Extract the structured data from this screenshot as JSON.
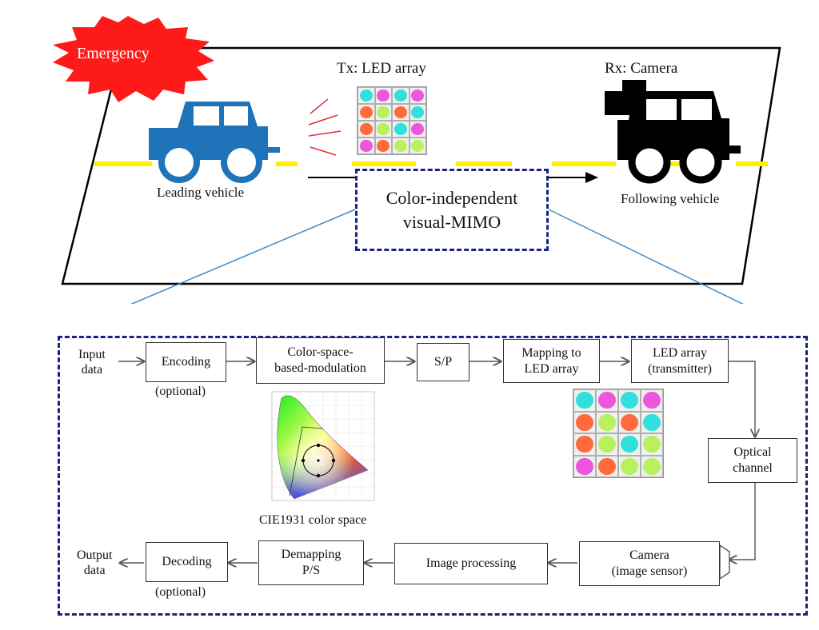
{
  "scene": {
    "emergency_label": "Emergency",
    "tx_label": "Tx: LED array",
    "rx_label": "Rx: Camera",
    "leading_label": "Leading vehicle",
    "following_label": "Following vehicle",
    "vmimo_line1": "Color-independent",
    "vmimo_line2": "visual-MIMO",
    "colors": {
      "leading_car": "#1f73b8",
      "following_car": "#000000",
      "lane": "#ffee00",
      "burst": "#ff1a1a",
      "dash_border": "#1a237e"
    },
    "led_grid": [
      [
        "cyan",
        "pink",
        "cyan",
        "pink"
      ],
      [
        "orange",
        "lime",
        "orange",
        "cyan"
      ],
      [
        "orange",
        "lime",
        "cyan",
        "pink"
      ],
      [
        "pink",
        "orange",
        "lime",
        "lime"
      ]
    ]
  },
  "flow": {
    "input": [
      "Input",
      "data"
    ],
    "encoding": "Encoding",
    "encoding_note": "(optional)",
    "modulation": [
      "Color-space-",
      "based-modulation"
    ],
    "sp": "S/P",
    "mapping": [
      "Mapping to",
      "LED array"
    ],
    "led_tx": [
      "LED array",
      "(transmitter)"
    ],
    "optical": [
      "Optical",
      "channel"
    ],
    "camera": [
      "Camera",
      "(image sensor)"
    ],
    "imgproc": "Image processing",
    "demap": [
      "Demapping",
      "P/S"
    ],
    "decoding": "Decoding",
    "decoding_note": "(optional)",
    "output": [
      "Output",
      "data"
    ],
    "cie_label": "CIE1931 color space",
    "led_grid": [
      [
        "cyan",
        "pink",
        "cyan",
        "pink"
      ],
      [
        "orange",
        "lime",
        "orange",
        "cyan"
      ],
      [
        "orange",
        "lime",
        "cyan",
        "lime"
      ],
      [
        "pink",
        "orange",
        "lime",
        "lime"
      ]
    ]
  },
  "palette": {
    "cyan": "#2fe0dc",
    "pink": "#ee55dd",
    "orange": "#ff6a3c",
    "lime": "#b8f060"
  }
}
